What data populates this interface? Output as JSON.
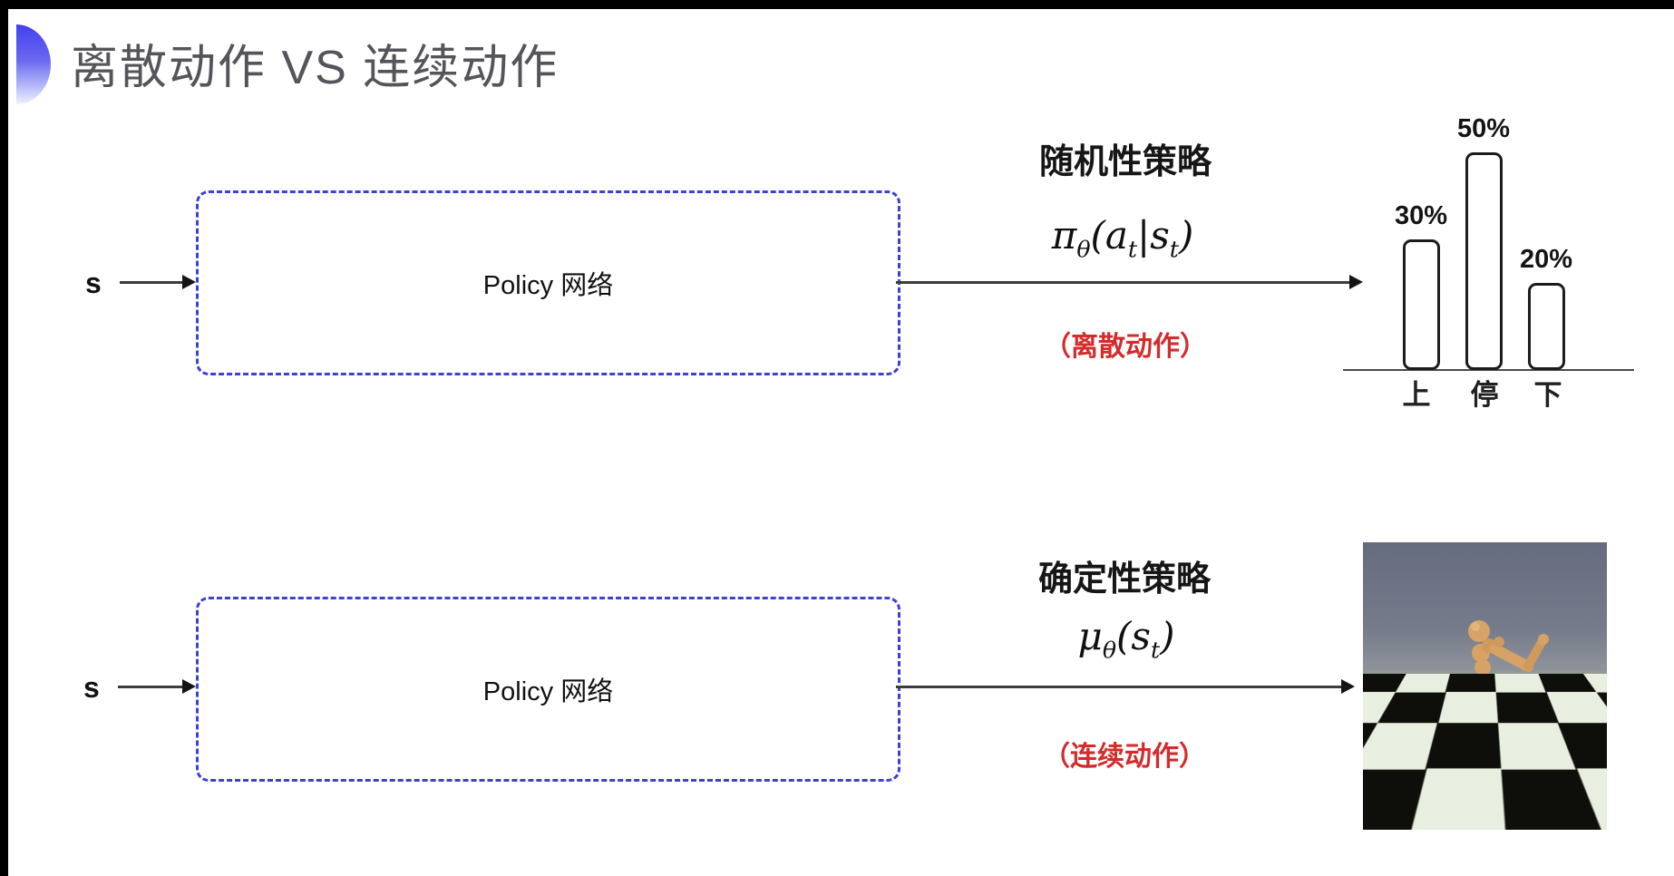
{
  "title": {
    "text": "离散动作 VS 连续动作"
  },
  "rows": [
    {
      "input_label": "s",
      "box_label": "Policy 网络",
      "policy_type": "随机性策略",
      "formula": "π{θ}(a{t}|s{t})",
      "action_type": "（离散动作）"
    },
    {
      "input_label": "s",
      "box_label": "Policy 网络",
      "policy_type": "确定性策略",
      "formula": "μ{θ}(s{t})",
      "action_type": "（连续动作）"
    }
  ],
  "chart_data": {
    "type": "bar",
    "categories": [
      "上",
      "停",
      "下"
    ],
    "values": [
      30,
      50,
      20
    ],
    "value_labels": [
      "30%",
      "50%",
      "20%"
    ],
    "title": "",
    "xlabel": "",
    "ylabel": "",
    "ylim": [
      0,
      55
    ],
    "grid": false,
    "legend": "none",
    "bar_fill": "#ffffff",
    "bar_outline": "#1c1c1c"
  },
  "colors": {
    "box_dash_blue": "#3f3fd4",
    "crescent_blue": "#4340ee",
    "action_red": "#d32c2c",
    "title_gray": "#54545a",
    "arrow_dark": "#3c3c3c"
  }
}
